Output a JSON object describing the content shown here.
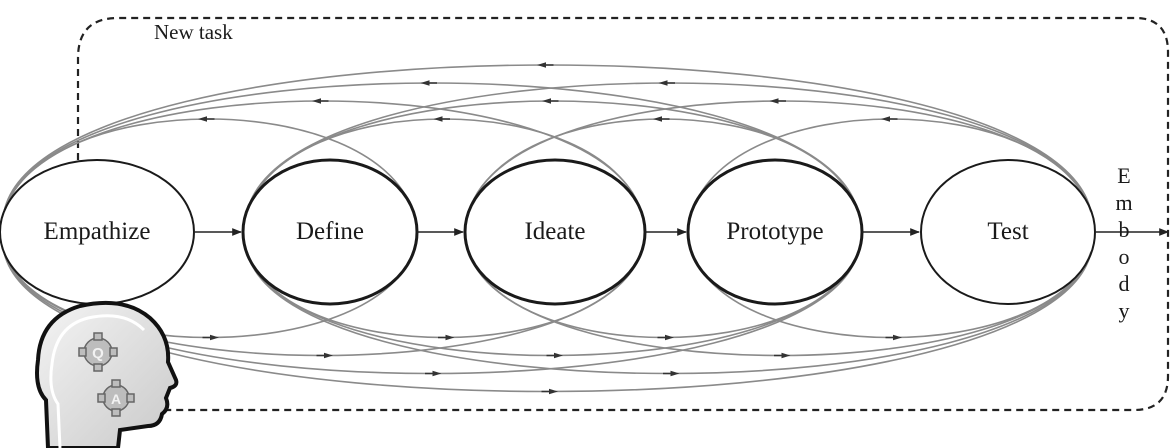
{
  "frame_label": "New task",
  "stages": [
    {
      "id": "empathize",
      "label": "Empathize"
    },
    {
      "id": "define",
      "label": "Define"
    },
    {
      "id": "ideate",
      "label": "Ideate"
    },
    {
      "id": "prototype",
      "label": "Prototype"
    },
    {
      "id": "test",
      "label": "Test"
    }
  ],
  "exit_label_letters": [
    "E",
    "m",
    "b",
    "o",
    "d",
    "y"
  ],
  "icon": "head-with-gears-icon",
  "colors": {
    "ink": "#1a1a1a",
    "loop_line": "#8a8a8a",
    "frame_dash": "#222222"
  }
}
